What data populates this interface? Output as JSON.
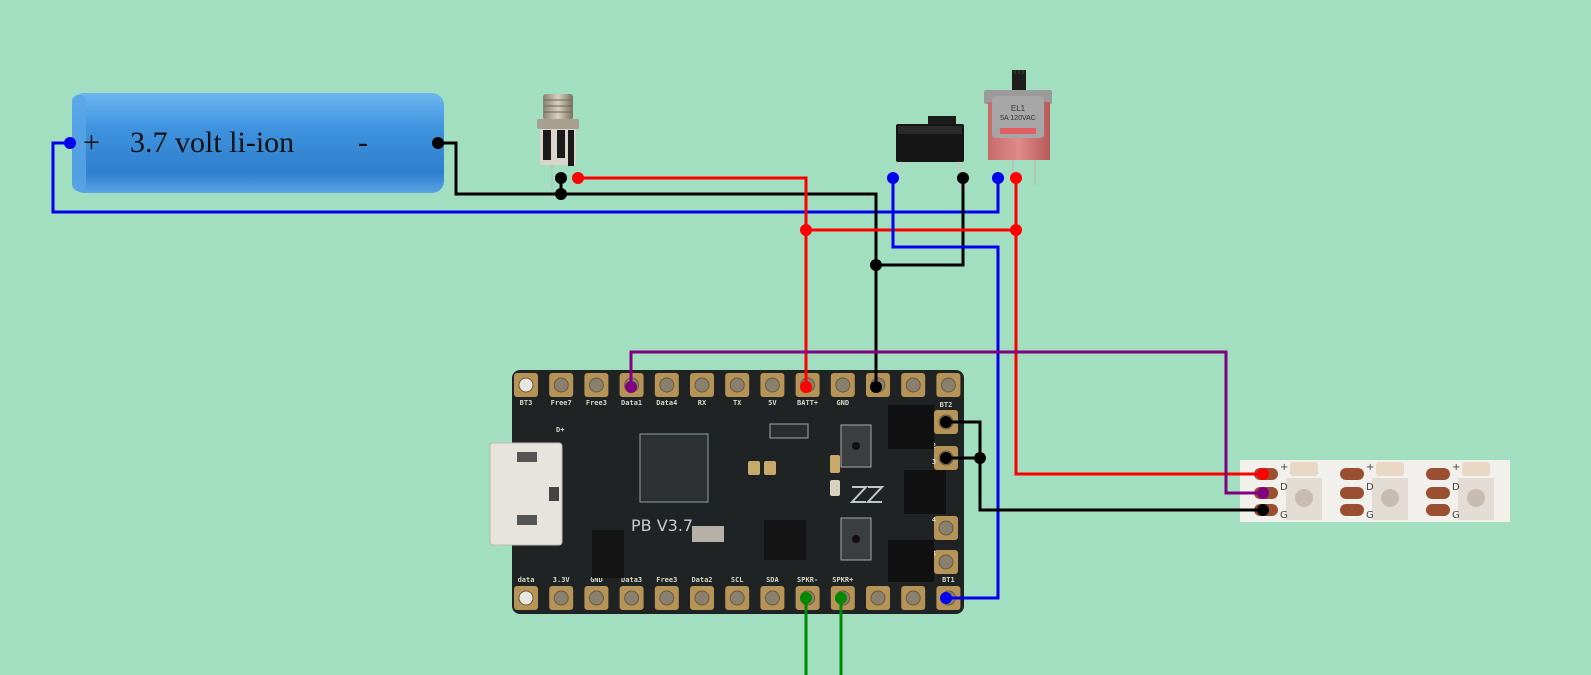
{
  "battery": {
    "label": "3.7 volt li-ion",
    "plus": "+",
    "minus": "-",
    "color": "#3f93de"
  },
  "switch": {
    "marking_line1": "EL1",
    "marking_line2": "5A 120VAC"
  },
  "board": {
    "version_label": "PB V3.7",
    "top_pins": [
      "BT3",
      "Free7",
      "Free3",
      "Data1",
      "Data4",
      "RX",
      "TX",
      "5V",
      "BATT+",
      "GND",
      "",
      "",
      ""
    ],
    "bottom_pins": [
      "data",
      "3.3V",
      "GND",
      "Data3",
      "Free3",
      "Data2",
      "SCL",
      "SDA",
      "SPKR-",
      "SPKR+",
      "",
      "",
      "BT1"
    ],
    "right_pins": [
      "BT2",
      "2",
      "3",
      "4",
      "5"
    ],
    "usb_label": "D+"
  },
  "led_strip": {
    "pad_labels": [
      "+",
      "D",
      "G"
    ]
  },
  "wire_colors": {
    "positive": "#ff0000",
    "ground": "#000000",
    "battery_plus": "#0000ee",
    "data": "#800080",
    "speaker": "#008800"
  }
}
